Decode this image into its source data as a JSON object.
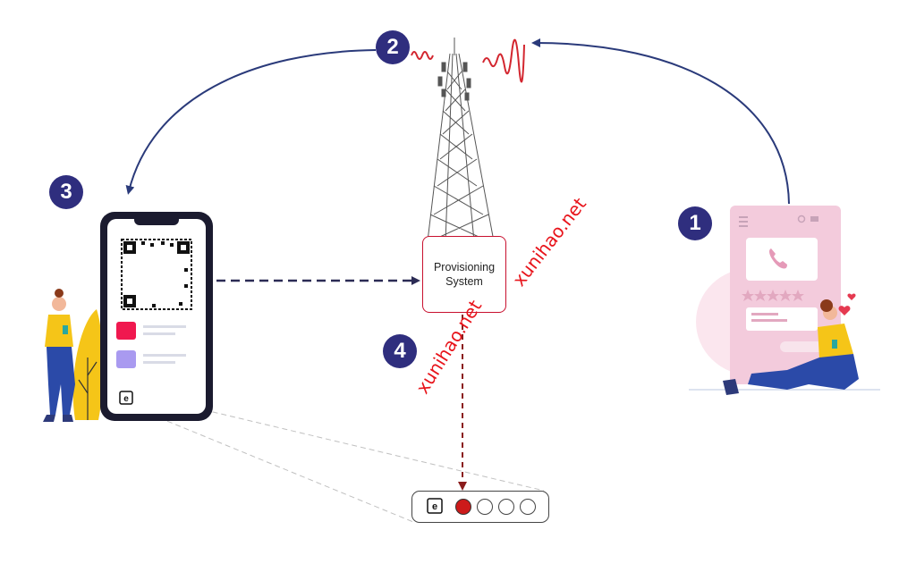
{
  "steps": [
    {
      "number": "1",
      "role": "user-ordering-esim"
    },
    {
      "number": "2",
      "role": "network-signal"
    },
    {
      "number": "3",
      "role": "device-scans-qr"
    },
    {
      "number": "4",
      "role": "profile-download"
    }
  ],
  "provisioning_system": {
    "label_line1": "Provisioning",
    "label_line2": "System"
  },
  "sim_tray": {
    "chip_glyph": "e",
    "slots": [
      "active",
      "empty",
      "empty",
      "empty"
    ]
  },
  "phone_chip_glyph": "e",
  "watermarks": [
    "xunihao.net",
    "xunihao.net"
  ],
  "colors": {
    "badge": "#2f2e7e",
    "arrow_solid": "#2a3a7a",
    "arrow_dashed_dark": "#2b2b55",
    "arrow_dashed_red": "#8a1c1c",
    "signal_wave": "#d3262f",
    "provisioning_border": "#c8102e",
    "active_slot": "#cc1a1a",
    "watermark": "#e8141b",
    "figure_shirt": "#f5c518",
    "figure_pants": "#2b4aa8",
    "store_card": "#f3cbdc"
  },
  "icons": [
    "cell-tower-icon",
    "smartphone-icon",
    "qr-code-icon",
    "esim-chip-icon",
    "phone-call-icon",
    "star-icon",
    "menu-icon",
    "search-icon",
    "cart-icon",
    "heart-icon"
  ]
}
